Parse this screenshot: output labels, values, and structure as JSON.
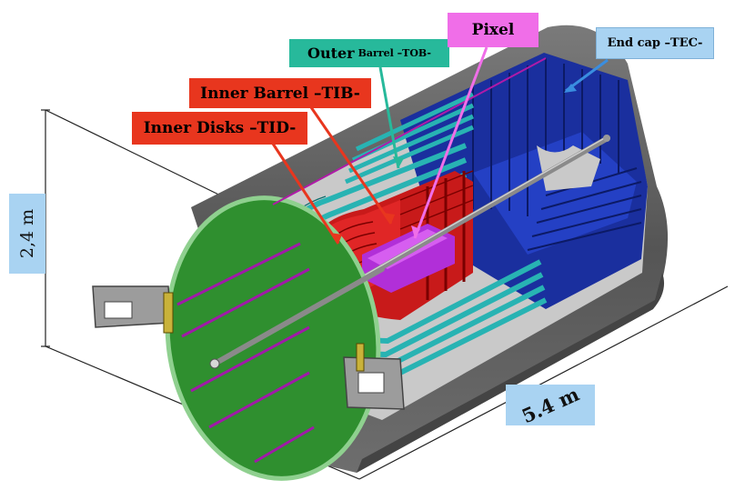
{
  "labels": {
    "inner_disks": "Inner Disks –TID-",
    "inner_barrel": "Inner Barrel –TIB-",
    "outer_barrel_main": "Outer",
    "outer_barrel_small": "Barrel –TOB-",
    "pixel": "Pixel",
    "end_cap": "End cap –TEC-"
  },
  "dimensions": {
    "height": "2,4 m",
    "length": "5.4 m"
  },
  "colors": {
    "tid_tib": "#e8361e",
    "tob": "#27b99b",
    "pixel": "#f06ee8",
    "tec": "#1a2f9e",
    "endcap_face": "#2f8f2f",
    "shell": "#5e5e5e",
    "dimension_box": "#a9d3f2"
  }
}
